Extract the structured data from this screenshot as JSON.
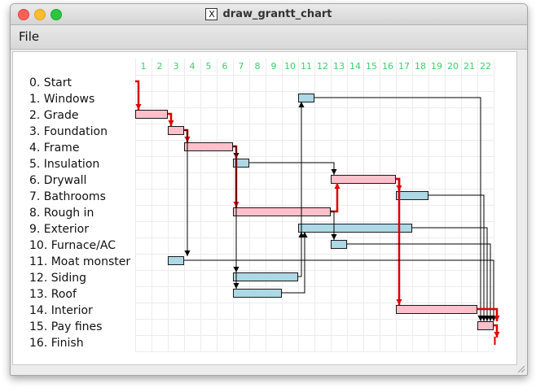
{
  "window": {
    "title": "draw_grantt_chart"
  },
  "menu": {
    "file": "File"
  },
  "chart_data": {
    "type": "gantt",
    "columns": [
      1,
      2,
      3,
      4,
      5,
      6,
      7,
      8,
      9,
      10,
      11,
      12,
      13,
      14,
      15,
      16,
      17,
      18,
      19,
      20,
      21,
      22
    ],
    "tasks": [
      {
        "label": "0. Start",
        "start": 0,
        "duration": 0,
        "critical": true
      },
      {
        "label": "1. Windows",
        "start": 10,
        "duration": 1,
        "critical": false
      },
      {
        "label": "2. Grade",
        "start": 0,
        "duration": 2,
        "critical": true
      },
      {
        "label": "3. Foundation",
        "start": 2,
        "duration": 1,
        "critical": true
      },
      {
        "label": "4. Frame",
        "start": 3,
        "duration": 3,
        "critical": true
      },
      {
        "label": "5. Insulation",
        "start": 6,
        "duration": 1,
        "critical": false
      },
      {
        "label": "6. Drywall",
        "start": 12,
        "duration": 4,
        "critical": true
      },
      {
        "label": "7. Bathrooms",
        "start": 16,
        "duration": 2,
        "critical": false
      },
      {
        "label": "8. Rough in",
        "start": 6,
        "duration": 6,
        "critical": true
      },
      {
        "label": "9. Exterior",
        "start": 10,
        "duration": 7,
        "critical": false
      },
      {
        "label": "10. Furnace/AC",
        "start": 12,
        "duration": 1,
        "critical": false
      },
      {
        "label": "11. Moat monster",
        "start": 2,
        "duration": 1,
        "critical": false
      },
      {
        "label": "12. Siding",
        "start": 6,
        "duration": 4,
        "critical": false
      },
      {
        "label": "13. Roof",
        "start": 6,
        "duration": 3,
        "critical": false
      },
      {
        "label": "14. Interior",
        "start": 16,
        "duration": 5,
        "critical": true
      },
      {
        "label": "15. Pay fines",
        "start": 21,
        "duration": 1,
        "critical": true
      },
      {
        "label": "16. Finish",
        "start": 22,
        "duration": 0,
        "critical": true
      }
    ],
    "colors": {
      "critical_fill": "#ffc0cb",
      "normal_fill": "#add8e6",
      "critical_link": "#e00000",
      "normal_link": "#000000",
      "column_header": "#3ccf6a",
      "grid": "#ececec"
    }
  }
}
